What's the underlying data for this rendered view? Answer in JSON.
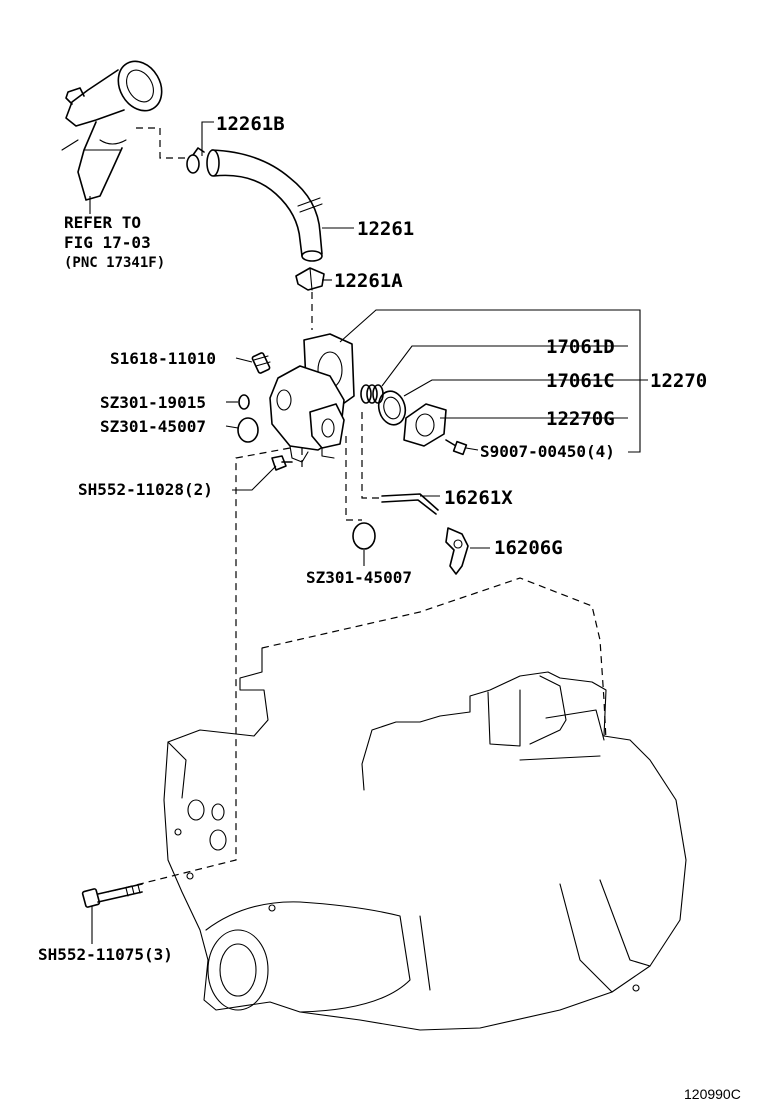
{
  "diagram": {
    "parts": {
      "p12261B": "12261B",
      "p12261": "12261",
      "p12261A": "12261A",
      "p17061D": "17061D",
      "p17061C": "17061C",
      "p12270": "12270",
      "p12270G": "12270G",
      "pS9007": "S9007-00450(4)",
      "pS1618": "S1618-11010",
      "pSZ30119015": "SZ301-19015",
      "pSZ30145007a": "SZ301-45007",
      "pSH55211028": "SH552-11028(2)",
      "p16261X": "16261X",
      "p16206G": "16206G",
      "pSZ30145007b": "SZ301-45007",
      "pSH55211075": "SH552-11075(3)"
    },
    "refer": {
      "line1": "REFER TO",
      "line2": "FIG 17-03",
      "line3": "(PNC 17341F)"
    },
    "figure_code": "120990C"
  }
}
